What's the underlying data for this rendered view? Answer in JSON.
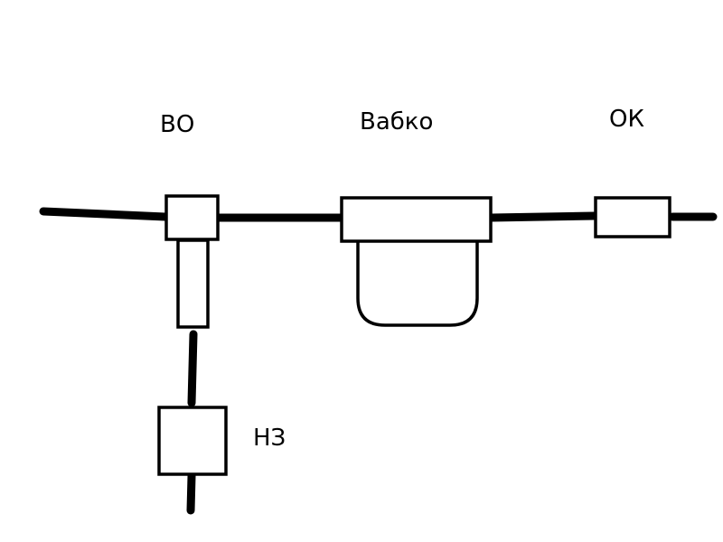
{
  "diagram": {
    "labels": {
      "vo": "ВО",
      "babko": "Вабко",
      "ok": "ОК",
      "nz": "НЗ"
    },
    "colors": {
      "stroke": "#000000",
      "background": "#ffffff",
      "text": "#000000"
    }
  }
}
